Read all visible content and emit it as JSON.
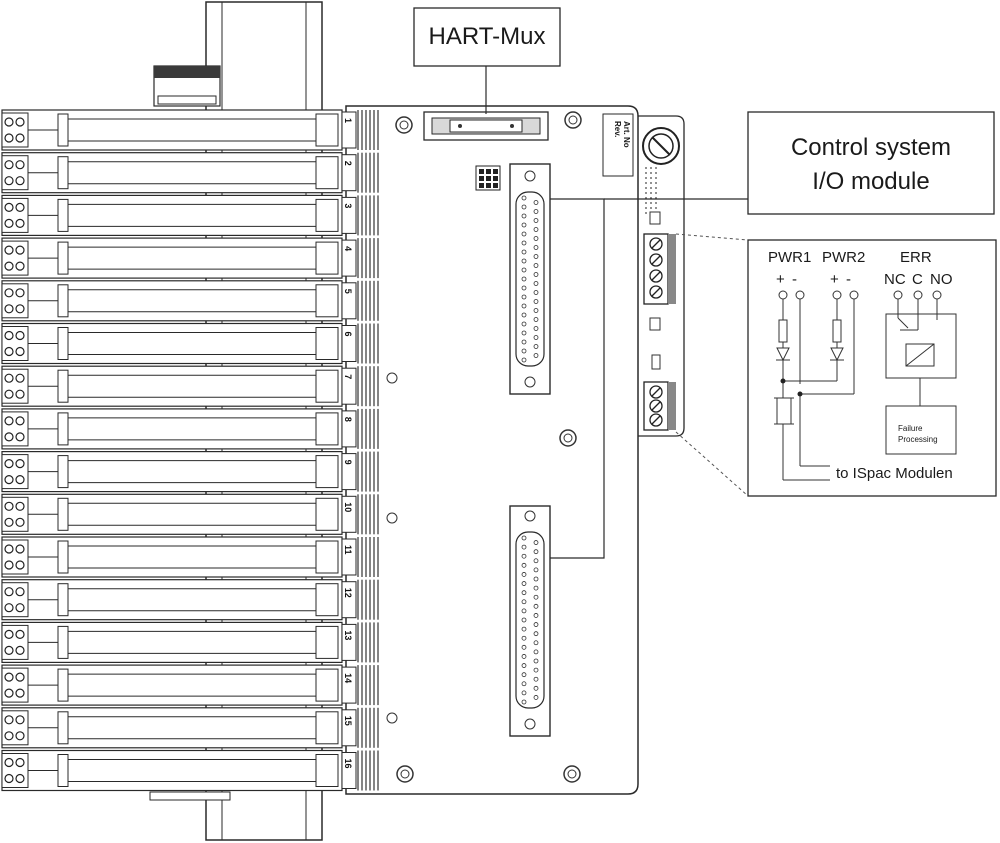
{
  "labels": {
    "hart_mux": "HART-Mux",
    "control_line1": "Control system",
    "control_line2": "I/O module",
    "art_no": "Art. No",
    "rev": "Rev.",
    "pwr1": "PWR1",
    "pwr2": "PWR2",
    "err": "ERR",
    "plus": "+",
    "minus": "-",
    "nc": "NC",
    "c": "C",
    "no": "NO",
    "failure_line1": "Failure",
    "failure_line2": "Processing",
    "to_ispac": "to ISpac Modulen"
  },
  "slots": [
    "1",
    "2",
    "3",
    "4",
    "5",
    "6",
    "7",
    "8",
    "9",
    "10",
    "11",
    "12",
    "13",
    "14",
    "15",
    "16"
  ]
}
